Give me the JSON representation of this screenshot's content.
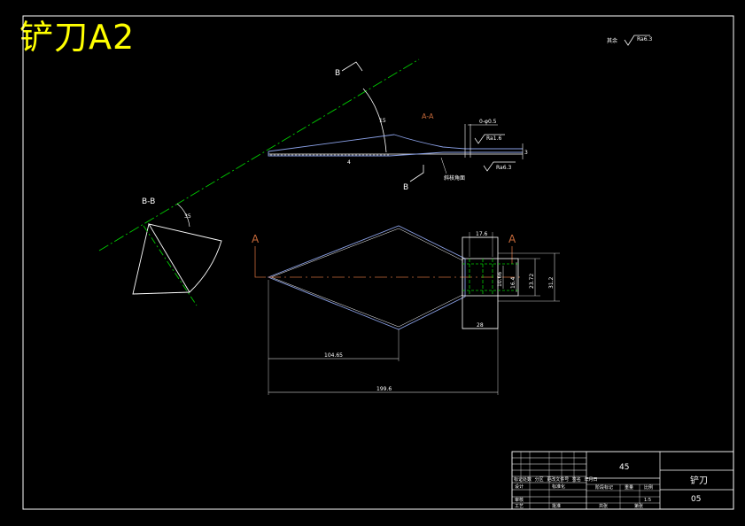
{
  "title": "铲刀A2",
  "roughness_note": {
    "prefix": "其余",
    "value": "Ra6.3"
  },
  "views": {
    "bb_view_label": "B",
    "bb_view_label_lower": "B",
    "section_bb_label": "B-B",
    "section_aa_label": "A-A",
    "angle_top": "15",
    "angle_bb": "35",
    "angle_small": "4",
    "thickness_note": "0-φ0.5",
    "roughness_1": "Ra1.6",
    "roughness_2": "Ra6.3",
    "dim_thread": "3",
    "edge_note": "斜核角面",
    "cut_a_left": "A",
    "cut_a_right": "A"
  },
  "dimensions": {
    "d_176": "17.6",
    "d_phi10": "10.66",
    "d_phi16": "16.4",
    "d_phi23": "23.72",
    "d_phi31": "31.2",
    "d_28": "28",
    "d_104": "104.65",
    "d_199": "199.6"
  },
  "title_block": {
    "material": "45",
    "part_name": "铲刀",
    "drawing_no": "05",
    "revision_cols": [
      "标记处数",
      "分区",
      "更改文件号",
      "签名",
      "年月日"
    ],
    "designer": "设计",
    "standardize": "标准化",
    "checker": "审核",
    "process": "工艺",
    "approve": "批准",
    "stage_mark": "阶段标记",
    "weight": "重量",
    "scale_label": "比例",
    "scale": "1:5",
    "sheet_total": "共张",
    "sheet_no": "第张"
  }
}
